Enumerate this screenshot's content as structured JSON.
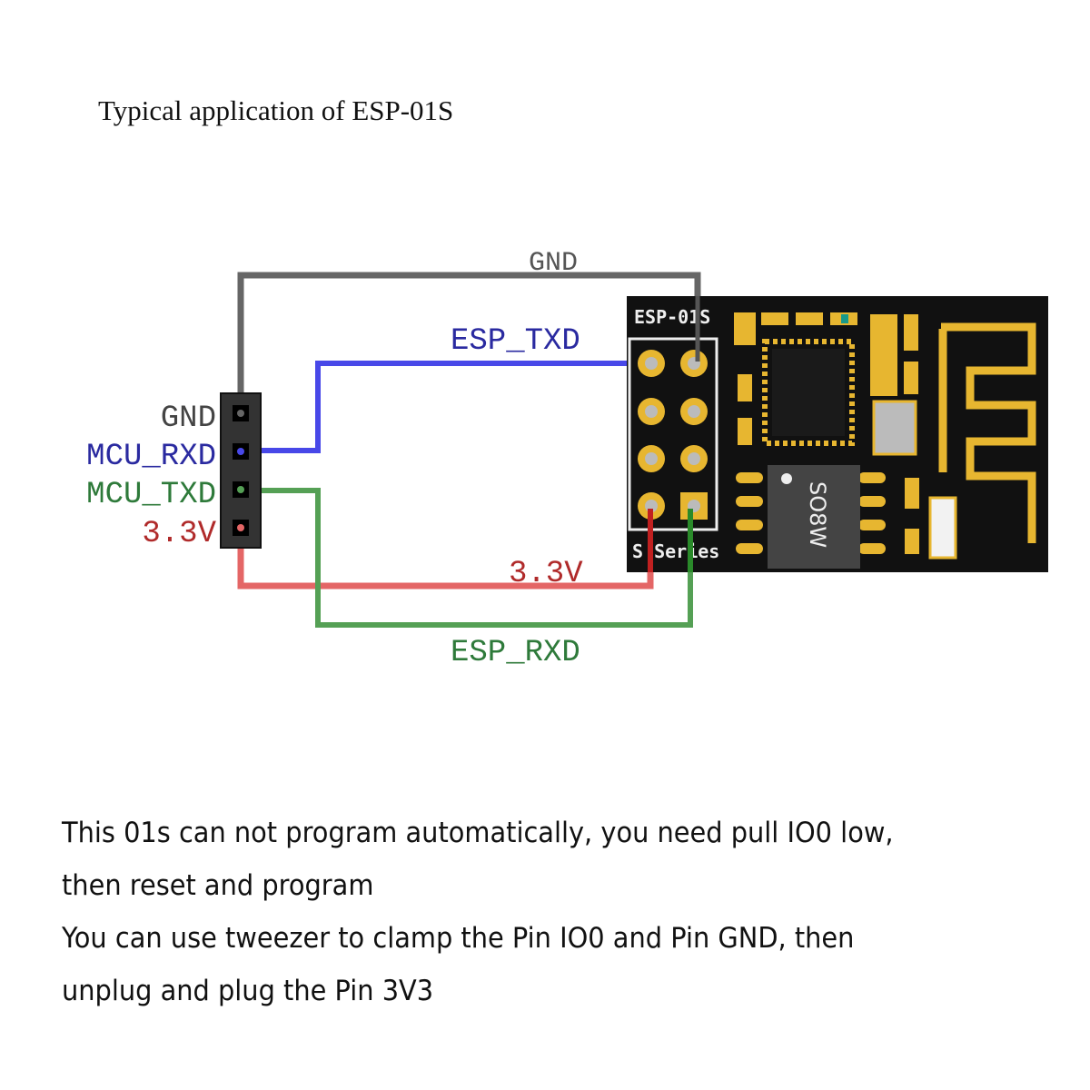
{
  "title": "Typical application of ESP-01S",
  "colors": {
    "gnd": "#666666",
    "txd": "#4040e0",
    "rxd": "#4a9a4a",
    "vcc": "#e06060",
    "label_gnd": "#444444",
    "label_txd": "#2a2aa0",
    "label_rxd": "#2e7a3a",
    "label_vcc": "#b02a2a",
    "pcb": "#111111",
    "gold": "#e7b630"
  },
  "mcu_header": {
    "pins": [
      {
        "label": "GND",
        "color_key": "label_gnd"
      },
      {
        "label": "MCU_RXD",
        "color_key": "label_txd"
      },
      {
        "label": "MCU_TXD",
        "color_key": "label_rxd"
      },
      {
        "label": "3.3V",
        "color_key": "label_vcc"
      }
    ]
  },
  "wires": [
    {
      "name": "GND",
      "label": "GND"
    },
    {
      "name": "ESP_TXD",
      "label": "ESP_TXD"
    },
    {
      "name": "3.3V",
      "label": "3.3V"
    },
    {
      "name": "ESP_RXD",
      "label": "ESP_RXD"
    }
  ],
  "module": {
    "name": "ESP-01S",
    "series": "S Series",
    "chip_label": "SO8W"
  },
  "notes": [
    "This 01s can not program automatically, you need pull IO0 low,",
    "then reset and program",
    "You can use tweezer to clamp the Pin IO0 and Pin GND, then",
    "unplug and plug the Pin 3V3"
  ]
}
